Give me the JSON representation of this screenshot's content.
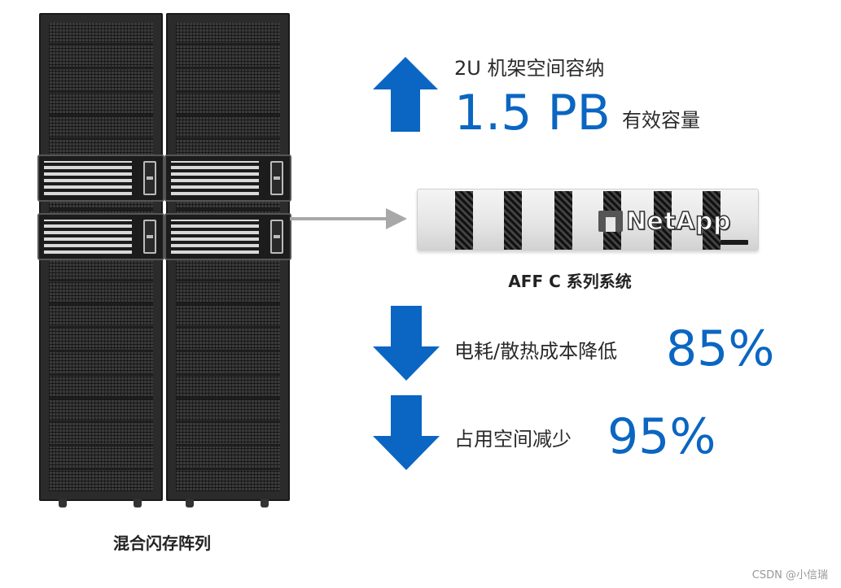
{
  "stat_top": {
    "label": "2U 机架空间容纳",
    "value": "1.5 PB",
    "suffix": "有效容量"
  },
  "appliance": {
    "brand": "NetApp",
    "caption": "AFF C 系列系统"
  },
  "stat_power": {
    "label": "电耗/散热成本降低",
    "value": "85%"
  },
  "stat_space": {
    "label": "占用空间减少",
    "value": "95%"
  },
  "rack": {
    "caption": "混合闪存阵列"
  },
  "watermark": "CSDN @小信瑞",
  "colors": {
    "accent_blue": "#0a66c2",
    "arrow_gray": "#a8a8a8"
  }
}
